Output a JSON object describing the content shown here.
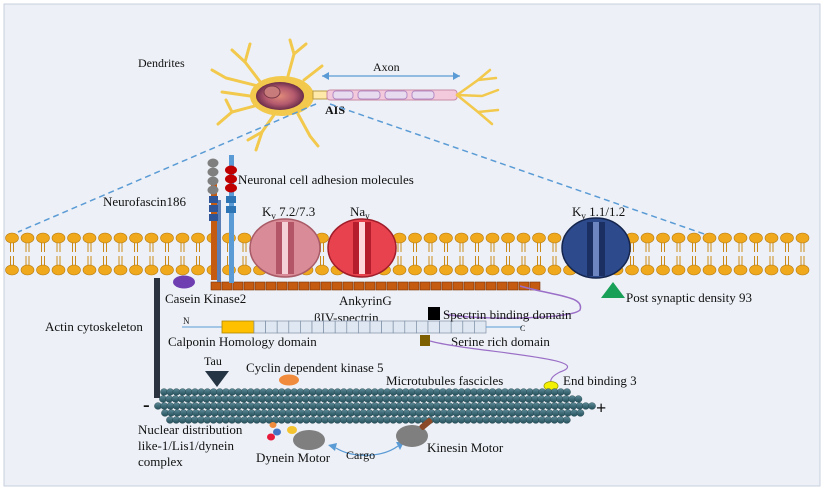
{
  "labels": {
    "dendrites": "Dendrites",
    "axon": "Axon",
    "ais": "AIS",
    "ncam": "Neuronal cell adhesion molecules",
    "neurofascin": "Neurofascin186",
    "kv72": "K",
    "kv72_sub": "v",
    "kv72_suffix": " 7.2/7.3",
    "nav": "Na",
    "nav_sub": "v",
    "kv11": "K",
    "kv11_sub": "v",
    "kv11_suffix": " 1.1/1.2",
    "casein": "Casein Kinase2",
    "ankyrin": "AnkyrinG",
    "psd": "Post synaptic  density 93",
    "actin": "Actin cytoskeleton",
    "spectrin": "βIV-spectrin",
    "spectrin_binding": "Spectrin binding domain",
    "n_term": "N",
    "c_term": "C",
    "calponin": "Calponin  Homology domain",
    "serine": "Serine rich domain",
    "tau": "Tau",
    "cdk5": "Cyclin dependent  kinase 5",
    "microtubules": "Microtubules fascicles",
    "eb3": "End binding 3",
    "minus": "-",
    "plus": "+",
    "nde1": "Nuclear distribution",
    "nde2": "like-1/Lis1/dynein",
    "nde3": "complex",
    "dynein": "Dynein Motor",
    "cargo": "Cargo",
    "kinesin": "Kinesin Motor"
  },
  "colors": {
    "background": "#edf1f7",
    "lipid_head": "#f0a81c",
    "lipid_tail": "#c98a1a",
    "ankyrin": "#c55a11",
    "kv72": "#d98c98",
    "nav": "#e8424f",
    "kv11": "#2d4a8c",
    "spectrin_cells": "#dfe8f2",
    "calponin": "#ffc000",
    "microtubule": "#3a6b78",
    "psd93": "#18a058",
    "casein": "#6f3fb2",
    "cdk5": "#f08a3c",
    "eb3": "#f3f000",
    "dashed": "#5b9bd5",
    "soma": "#f2c94c"
  }
}
